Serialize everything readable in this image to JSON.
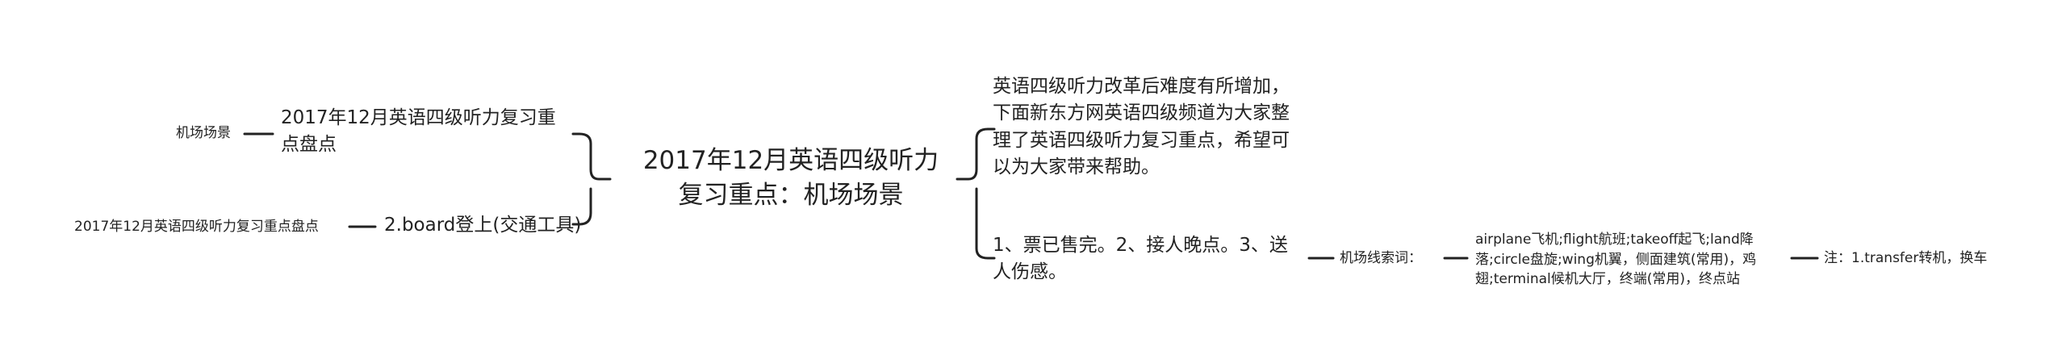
{
  "root": {
    "label": "2017年12月英语四级听力复习重点：机场场景"
  },
  "left": {
    "branch_1": {
      "label": "2017年12月英语四级听力复习重点盘点",
      "child": "机场场景"
    },
    "branch_2": {
      "label": "2.board登上(交通工具)",
      "child": "2017年12月英语四级听力复习重点盘点"
    }
  },
  "right": {
    "intro": {
      "label": "英语四级听力改革后难度有所增加，下面新东方网英语四级频道为大家整理了英语四级听力复习重点，希望可以为大家带来帮助。"
    },
    "point": {
      "label": "1、票已售完。2、接人晚点。3、送人伤感。",
      "child": {
        "label": "机场线索词：",
        "child": {
          "label": "airplane飞机;flight航班;takeoff起飞;land降落;circle盘旋;wing机翼，侧面建筑(常用)，鸡翅;terminal候机大厅，终端(常用)，终点站",
          "child": {
            "label": "注：1.transfer转机，换车"
          }
        }
      }
    }
  }
}
